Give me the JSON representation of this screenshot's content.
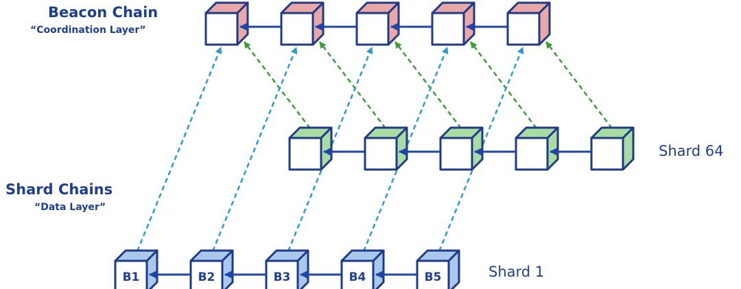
{
  "beacon": {
    "title": "Beacon Chain",
    "subtitle": "“Coordination Layer”",
    "blocks": 5
  },
  "shard_chains": {
    "title": "Shard Chains",
    "subtitle": "“Data Layer”"
  },
  "shard64": {
    "label": "Shard 64",
    "blocks": 5
  },
  "shard1": {
    "label": "Shard 1",
    "blocks": [
      "B1",
      "B2",
      "B3",
      "B4",
      "B5"
    ]
  },
  "colors": {
    "outline": "#1e3a87",
    "beacon_face": "#e9a7a7",
    "shard64_face": "#a9dca3",
    "shard1_face": "#a9c8ec",
    "blue_dash": "#2b9ad3",
    "green_dash": "#3d9b3a",
    "arrow": "#1f45a8"
  }
}
